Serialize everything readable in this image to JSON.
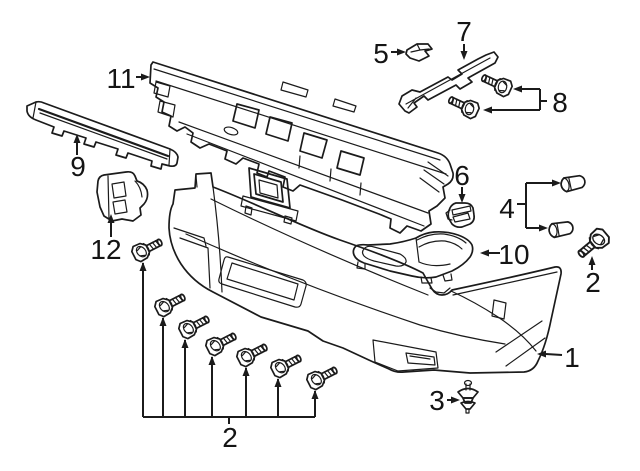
{
  "page": {
    "background_color": "#ffffff",
    "line_color": "#1b1b1b",
    "diagram_type": "exploded-parts-diagram"
  },
  "callouts": {
    "c1": "1",
    "c2_right": "2",
    "c2_bottom": "2",
    "c3": "3",
    "c4": "4",
    "c5": "5",
    "c6": "6",
    "c7": "7",
    "c8": "8",
    "c9": "9",
    "c10": "10",
    "c11": "11",
    "c12": "12"
  }
}
